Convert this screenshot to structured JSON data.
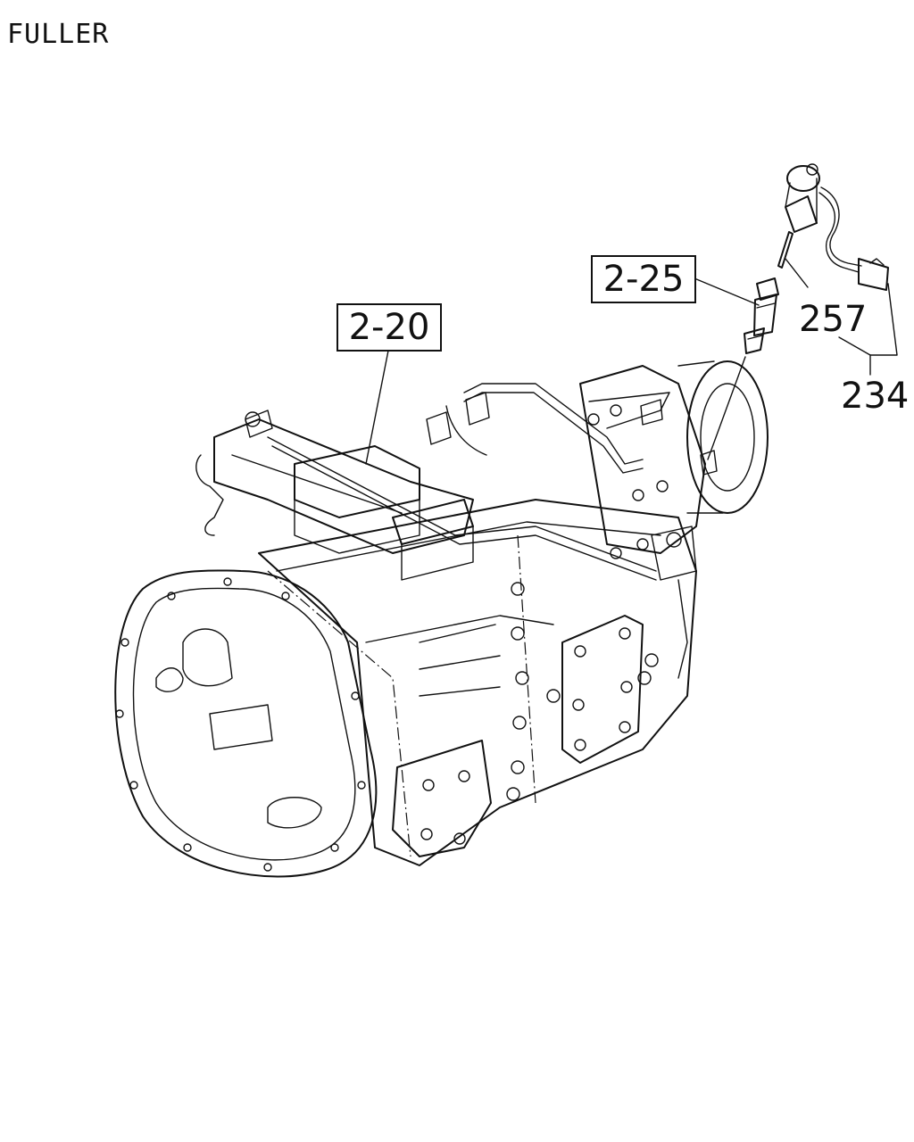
{
  "header": {
    "brand": "FULLER"
  },
  "references": [
    {
      "label": "2-20"
    },
    {
      "label": "2-25"
    }
  ],
  "callouts": [
    {
      "label": "257"
    },
    {
      "label": "234"
    }
  ],
  "icons": {
    "assembly": "transmission-assembly-icon",
    "sensor": "speed-sensor-icon",
    "pin": "pin-icon"
  }
}
